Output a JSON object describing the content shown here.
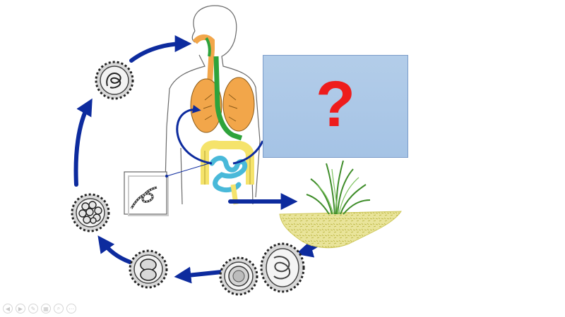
{
  "question_box": {
    "text": "?",
    "color": "#ee1c1c",
    "fill": "#a9c6e6"
  },
  "icons": {
    "lifecycle_stages": [
      "egg-two-cell",
      "egg-four-cell",
      "egg-morula",
      "egg-larva-developing",
      "egg-with-larva",
      "larva-free"
    ],
    "host": "human-digestive-system",
    "environment": "soil-with-grass"
  },
  "colors": {
    "arrow": "#0d2b9e",
    "lungs": "#f2a64a",
    "esophagus": "#2ea33b",
    "intestine": "#f5e36b",
    "small_intestine": "#49b9d9",
    "soil": "#e6e080"
  },
  "toolbar": {
    "buttons": [
      "prev",
      "next",
      "pen",
      "slides",
      "zoom",
      "more"
    ]
  }
}
